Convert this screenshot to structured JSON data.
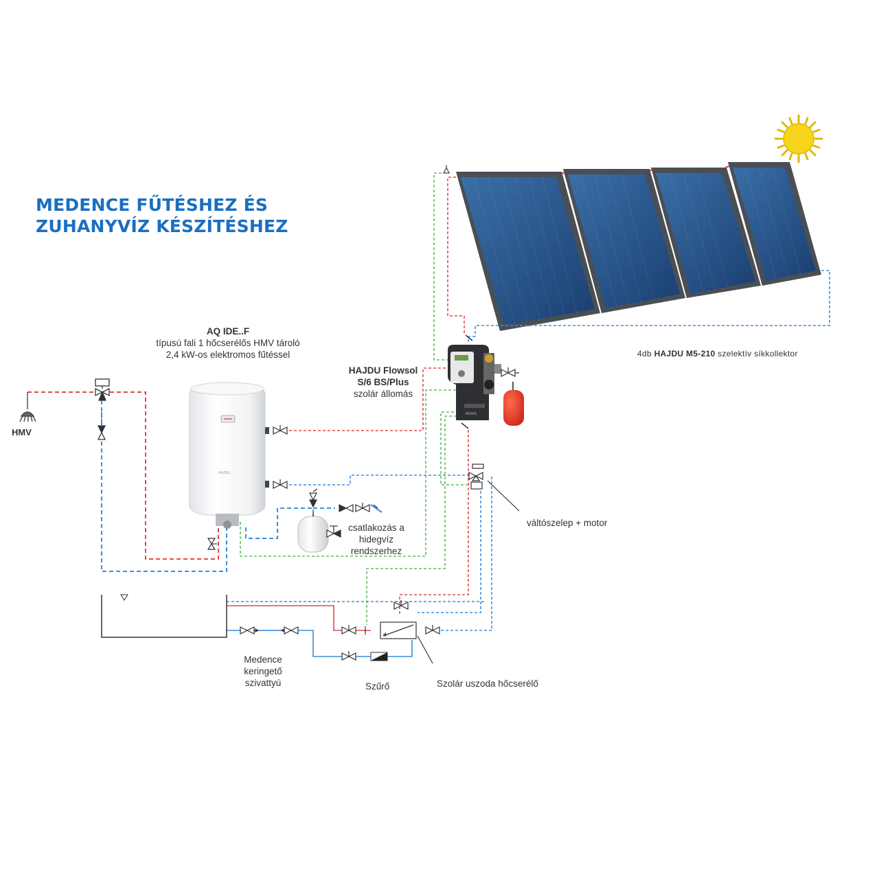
{
  "title": {
    "line1": "MEDENCE FŰTÉSHEZ ÉS",
    "line2": "ZUHANYVÍZ KÉSZÍTÉSHEZ"
  },
  "boiler": {
    "model": "AQ IDE..F",
    "line2": "típusú fali 1 hőcserélős HMV tároló",
    "line3": "2,4 kW-os elektromos fűtéssel"
  },
  "station": {
    "line1": "HAJDU Flowsol",
    "line2": "S/6 BS/Plus",
    "line3": "szolár állomás"
  },
  "collector": {
    "prefix": "4db ",
    "brand": "HAJDU M5-210",
    "suffix": " szelektív síkkollektor"
  },
  "hmv_label": "HMV",
  "valve_motor_label": "váltószelep + motor",
  "cold_water": {
    "line1": "csatlakozás a",
    "line2": "hidegvíz",
    "line3": "rendszerhez"
  },
  "pump": {
    "line1": "Medence",
    "line2": "keringető",
    "line3": "szivattyú"
  },
  "filter_label": "Szűrő",
  "heat_exchanger_label": "Szolár uszoda hőcserélő",
  "boiler_brand_mark": "HAJDU",
  "station_brand_mark": "RESOL",
  "colors": {
    "title": "#1a6fc0",
    "hot": "#e04848",
    "cold": "#3a8ee0",
    "green": "#5cbf5c",
    "panel": "#1f4f86",
    "sun": "#f6d51a"
  }
}
